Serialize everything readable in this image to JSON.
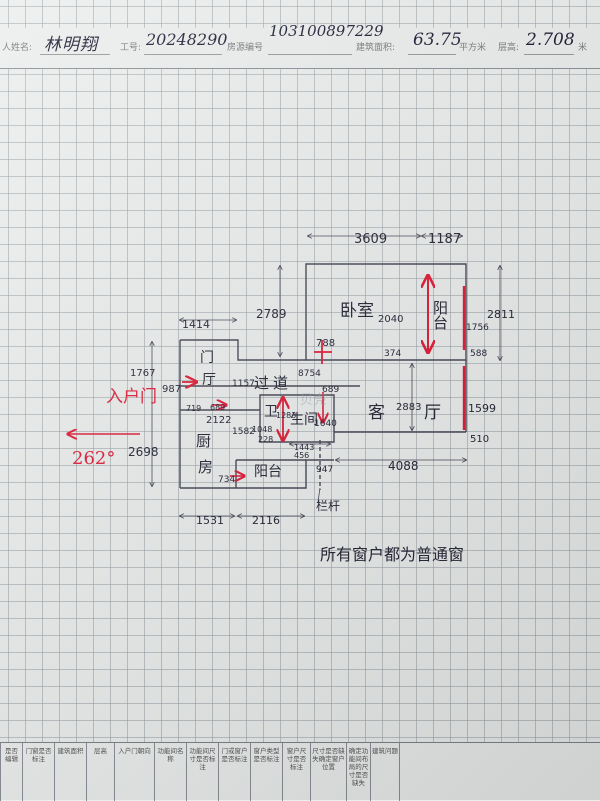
{
  "header": {
    "name_label": "人姓名:",
    "name_value": "林明翔",
    "work_no_label": "工号:",
    "work_no_value": "20248290",
    "house_no_label": "房源编号",
    "house_no_value": "103100897229",
    "area_label": "建筑面积:",
    "area_value": "63.75",
    "area_unit": "平方米",
    "floor_height_label": "层高:",
    "floor_height_value": "2.708",
    "floor_height_unit": "米"
  },
  "plan": {
    "rooms": {
      "bedroom": "卧室",
      "balcony_top": "阳台",
      "living_hall": "客",
      "living_hall2": "厅",
      "entry_hall1": "门",
      "entry_hall2": "厅",
      "corridor": "过道",
      "bathroom1": "卫",
      "bathroom2": "生间",
      "kitchen1": "厨",
      "kitchen2": "房",
      "balcony_bottom": "阳台"
    },
    "dims": {
      "d3609": "3609",
      "d1187": "1187",
      "d2789": "2789",
      "d2811": "2811",
      "d1414": "1414",
      "d1767": "1767",
      "d2040": "2040",
      "d1756": "1756",
      "d788": "788",
      "d374": "374",
      "d588": "588",
      "d987": "987",
      "d1157": "1157",
      "d8754": "8754",
      "d689a": "689",
      "d689b": "689",
      "d2883": "2883",
      "d1599": "1599",
      "d719": "719",
      "d2122": "2122",
      "d1582": "1582",
      "d1283": "1283",
      "d1048": "1048",
      "d1640": "1640",
      "d2698": "2698",
      "d228": "228",
      "d1443": "1443",
      "d510": "510",
      "d4088": "4088",
      "d734": "734",
      "d456": "456",
      "d947": "947",
      "d1531": "1531",
      "d2116": "2116"
    },
    "entrance_label": "入户门",
    "entrance_angle": "262°",
    "railing_label": "栏杆",
    "note": "所有窗户都为普通窗",
    "watermark": "贝壳"
  },
  "footer": {
    "columns": [
      "是否编辑",
      "门窗是否标注",
      "建筑面积",
      "层高",
      "入户门朝向",
      "功能间名称",
      "功能间尺寸是否标注",
      "门或窗户是否标注",
      "窗户类型是否标注",
      "窗户尺寸是否标注",
      "尺寸是否缺失确定窗户位置",
      "确定功能间布局的尺寸是否缺失",
      "建筑问题"
    ]
  },
  "colors": {
    "ink": "#2a2a3a",
    "pencil": "#4a4a58",
    "marker_red": "#e0203a",
    "grid": "#9aa3a8",
    "paper": "#eceeee"
  }
}
